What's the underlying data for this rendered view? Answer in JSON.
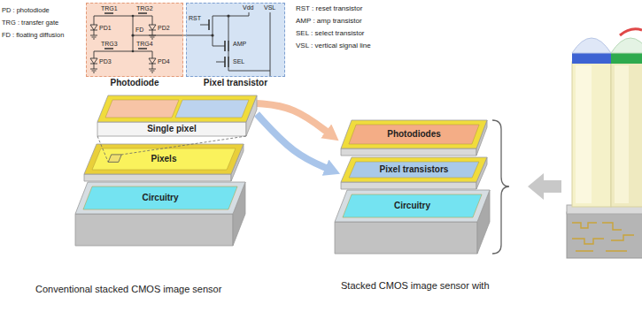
{
  "diagram": {
    "nodes": [
      {
        "text": [
          "Photodiode"
        ]
      },
      {
        "text": [
          "Pixel transistor"
        ]
      },
      {
        "text": [
          "Single pixel"
        ]
      },
      {
        "text": [
          "Pixels"
        ]
      },
      {
        "text": [
          "Circuitry"
        ]
      },
      {
        "text": [
          "Photodiodes"
        ]
      },
      {
        "text": [
          "Pixel transistors"
        ]
      },
      {
        "text": [
          "Circuitry"
        ]
      }
    ],
    "edges": [
      {
        "from": 2,
        "to": 5,
        "arrow": "to"
      },
      {
        "from": 2,
        "to": 6,
        "arrow": "to"
      }
    ],
    "labels": [
      "PD : photodiode",
      "TRG : transfer gate",
      "FD : floating diffusion",
      "TRG1",
      "PD1",
      "TRG2",
      "PD2",
      "FD",
      "TRG3",
      "PD3",
      "TRG4",
      "PD4",
      "RST",
      "Vdd",
      "VSL",
      "AMP",
      "SEL",
      "RST : reset transistor",
      "AMP : amp transistor",
      "SEL : select transistor",
      "VSL : vertical signal line",
      "Conventional stacked CMOS image sensor",
      "Stacked CMOS image sensor with"
    ]
  }
}
